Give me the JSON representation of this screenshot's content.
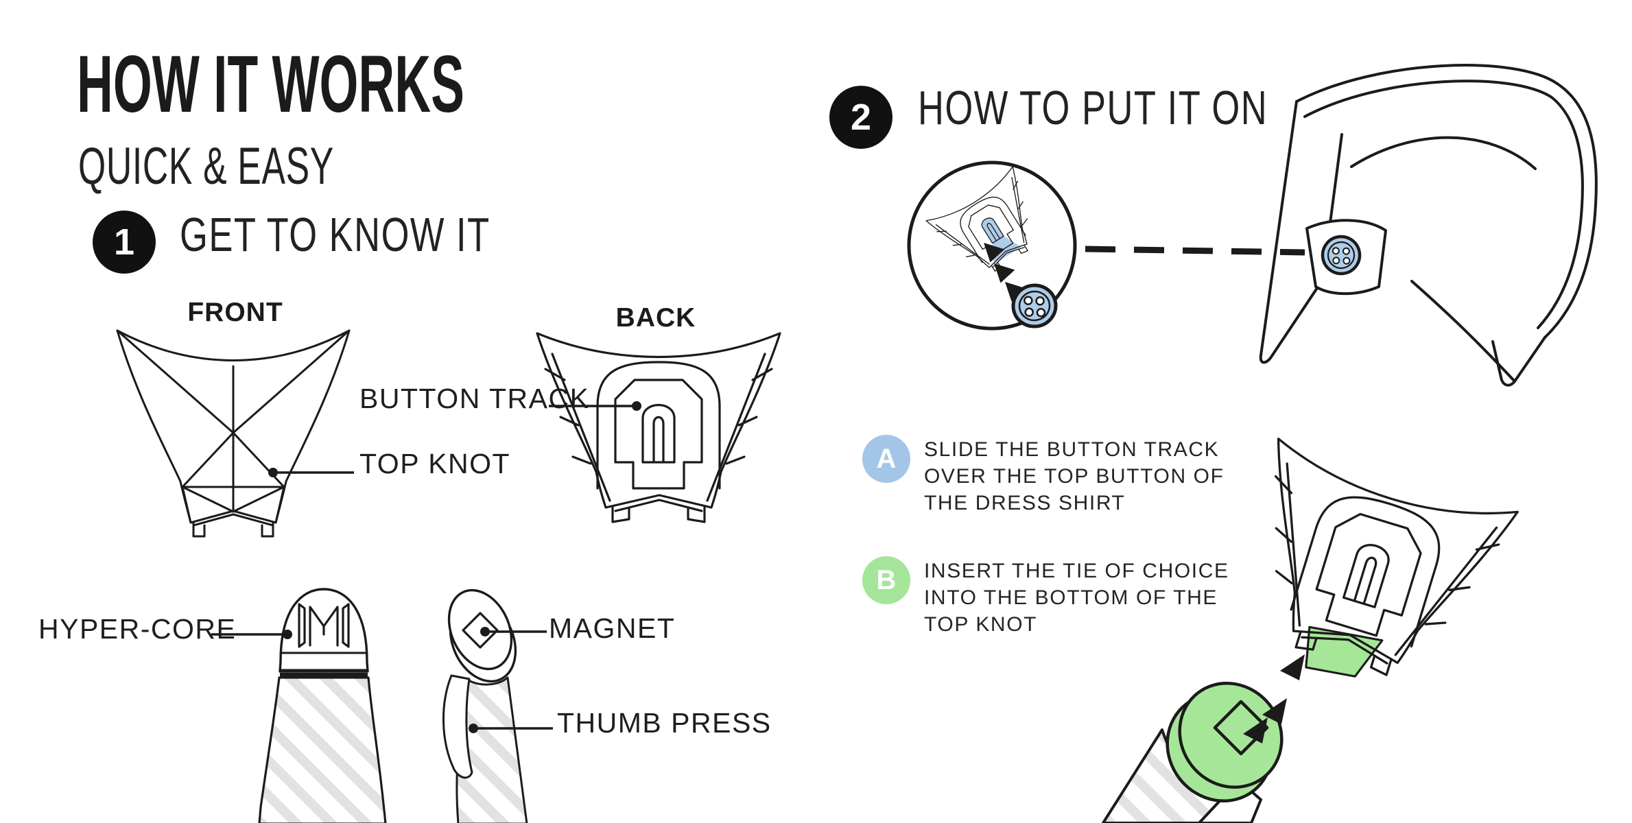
{
  "page": {
    "background": "#ffffff",
    "text_color": "#1b1b1b"
  },
  "header": {
    "title": "HOW IT WORKS",
    "subtitle": "QUICK & EASY"
  },
  "sections": [
    {
      "number": "1",
      "title": "GET TO KNOW IT"
    },
    {
      "number": "2",
      "title": "HOW TO PUT IT ON"
    }
  ],
  "diagram_labels": {
    "front": "FRONT",
    "back": "BACK",
    "button_track": "BUTTON TRACK",
    "top_knot": "TOP KNOT",
    "hyper_core": "HYPER-CORE",
    "magnet": "MAGNET",
    "thumb_press": "THUMB PRESS"
  },
  "steps": [
    {
      "letter": "A",
      "badge_color": "#a3c6e8",
      "lines": [
        "SLIDE THE BUTTON TRACK",
        "OVER THE TOP BUTTON OF",
        "THE DRESS SHIRT"
      ]
    },
    {
      "letter": "B",
      "badge_color": "#a5e59a",
      "lines": [
        "INSERT THE TIE OF CHOICE",
        "INTO THE BOTTOM OF THE",
        "TOP KNOT"
      ]
    }
  ],
  "illustrations": {
    "front_knot": "pre-tied top knot seen from the front",
    "back_knot": "pre-tied top knot seen from the back with button track slot",
    "tie_front": "tie tip with brand logo (hyper-core)",
    "tie_side": "tie tip side view showing magnet and thumb press",
    "inset_circle": "zoom circle: button track sliding over shirt button",
    "collar": "dress shirt collar with top button",
    "attach": "tie tip being inserted into bottom of top knot"
  },
  "colors": {
    "accent_blue": "#aecde9",
    "accent_green": "#a6e698",
    "line_black": "#1b1b1b",
    "stripe_gray": "#e2e2e2"
  }
}
